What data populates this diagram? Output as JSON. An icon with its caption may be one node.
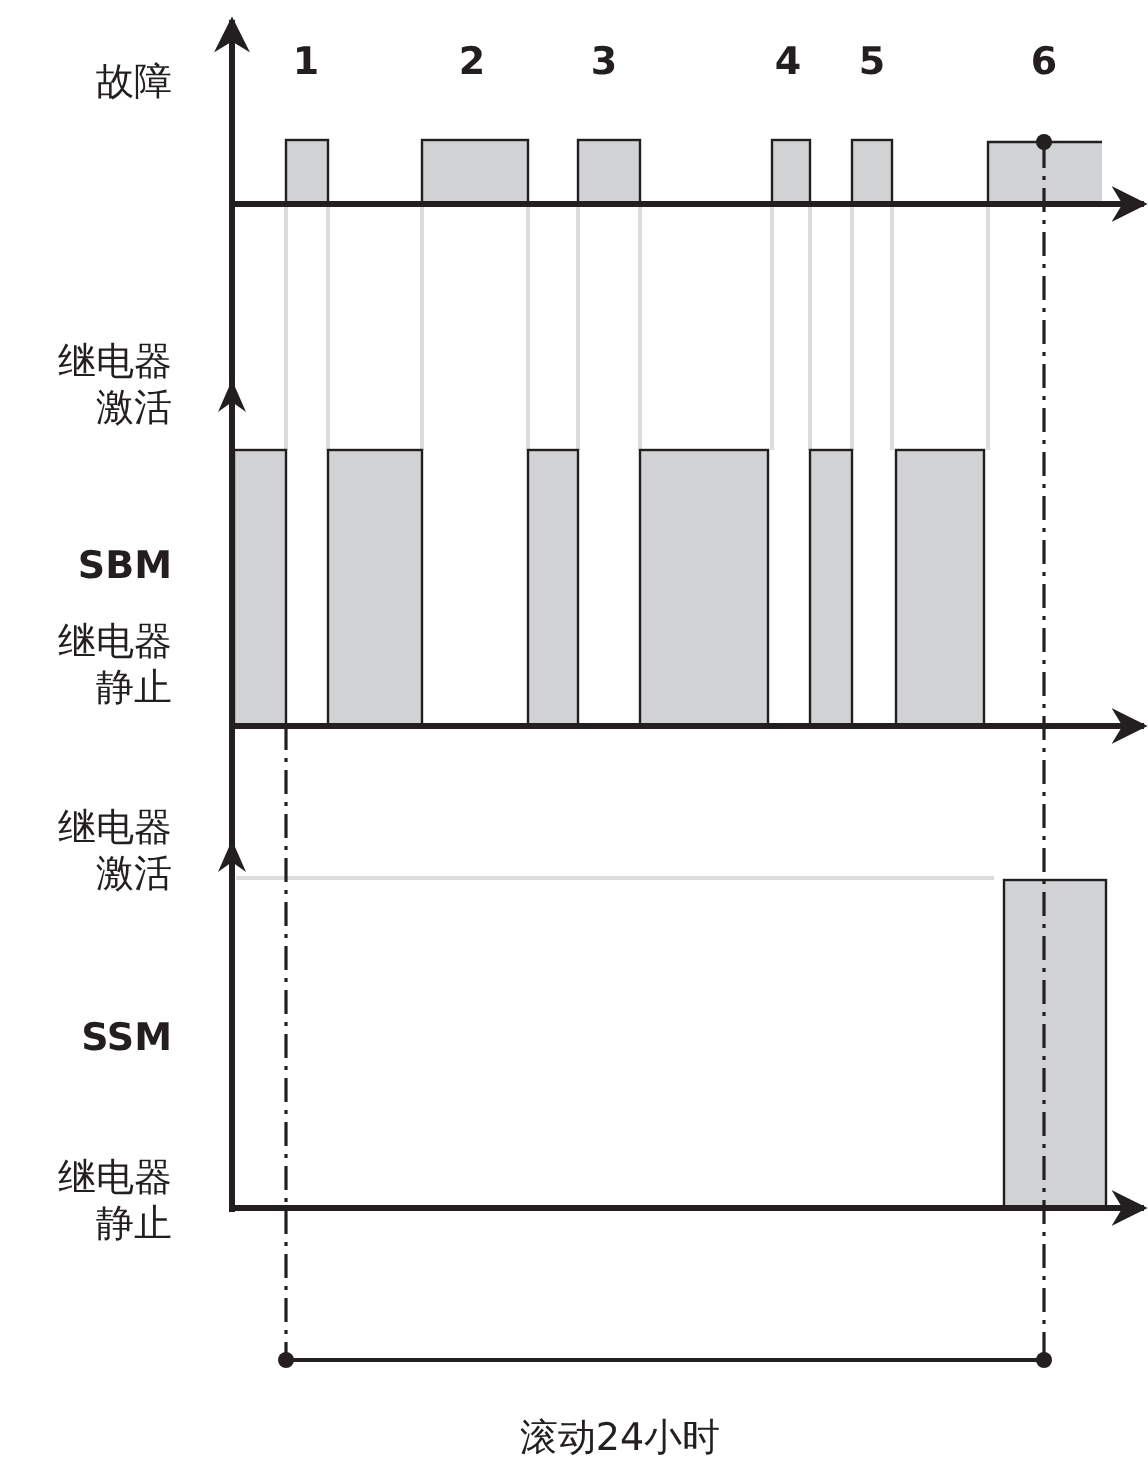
{
  "diagram": {
    "labels": [
      "故障",
      "1",
      "2",
      "3",
      "4",
      "5",
      "6",
      "继电器激活",
      "SBM",
      "继电器静止",
      "继电器激活",
      "SSM",
      "继电器静止",
      "滚动24小时"
    ]
  }
}
